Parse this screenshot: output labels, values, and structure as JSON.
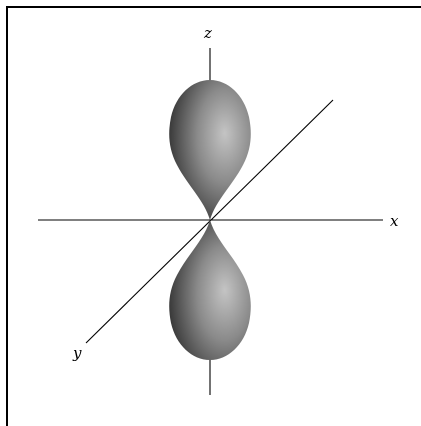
{
  "axes": {
    "x_label": "x",
    "y_label": "y",
    "z_label": "z"
  },
  "colors": {
    "background": "#ffffff",
    "lobe_highlight": "#bdbdbd",
    "lobe_mid": "#7a7a7a",
    "lobe_shadow": "#2e2e2e",
    "axis": "#000000"
  }
}
